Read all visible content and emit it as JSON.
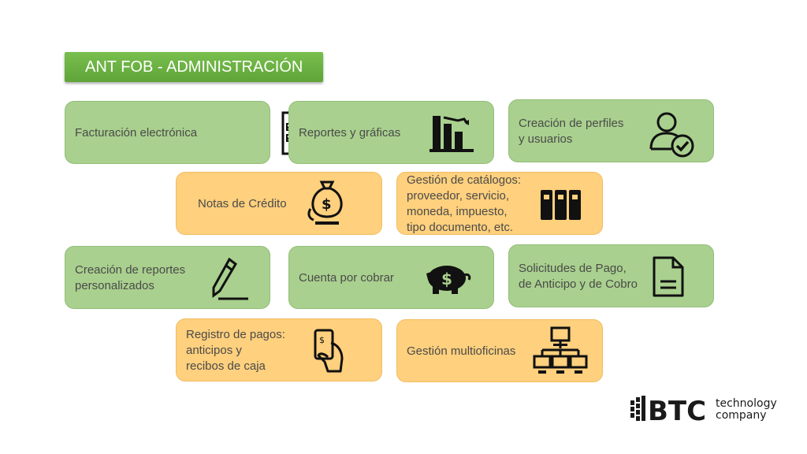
{
  "title": "ANT FOB - ADMINISTRACIÓN",
  "cards": {
    "facturacion": [
      "Facturación electrónica"
    ],
    "reportes": [
      "Reportes y gráficas"
    ],
    "perfiles": [
      "Creación de perfiles",
      "y usuarios"
    ],
    "notas": [
      "Notas de Crédito"
    ],
    "catalogos": [
      "Gestión de catálogos:",
      "proveedor, servicio,",
      "moneda, impuesto,",
      "tipo documento, etc."
    ],
    "reportes_personalizados": [
      "Creación de reportes",
      "personalizados"
    ],
    "cuenta": [
      "Cuenta por cobrar"
    ],
    "solicitudes": [
      "Solicitudes de Pago,",
      "de Anticipo y de Cobro"
    ],
    "registro": [
      "Registro de pagos:",
      "anticipos y",
      "recibos de caja"
    ],
    "multioficinas": [
      "Gestión multioficinas"
    ]
  },
  "logo": {
    "brand": "BTC",
    "tagline_1": "technology",
    "tagline_2": "company"
  },
  "colors": {
    "green_card": "#a9d08e",
    "orange_card": "#ffd07d",
    "title_bg": "#6aaf42"
  },
  "icons": [
    "checklist-icon",
    "bar-chart-icon",
    "user-check-icon",
    "money-bag-icon",
    "binders-icon",
    "pencil-icon",
    "piggy-bank-icon",
    "document-icon",
    "mobile-payment-icon",
    "network-icon"
  ]
}
